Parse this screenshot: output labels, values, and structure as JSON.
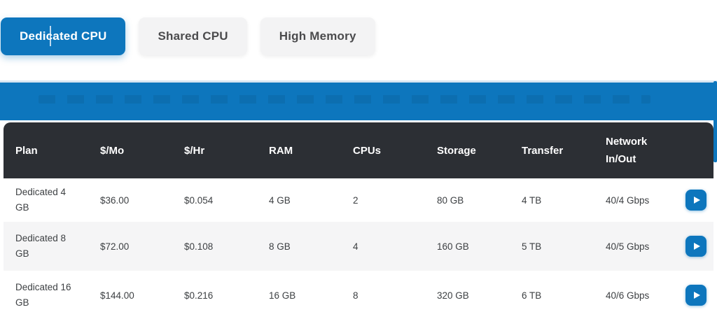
{
  "tabs": {
    "items": [
      {
        "label": "Dedicated CPU",
        "active": true
      },
      {
        "label": "Shared CPU",
        "active": false
      },
      {
        "label": "High Memory",
        "active": false
      }
    ]
  },
  "pricing_table": {
    "columns": [
      "Plan",
      "$/Mo",
      "$/Hr",
      "RAM",
      "CPUs",
      "Storage",
      "Transfer",
      "Network In/Out"
    ],
    "rows": [
      {
        "plan": "Dedicated 4 GB",
        "mo": "$36.00",
        "hr": "$0.054",
        "ram": "4 GB",
        "cpus": "2",
        "storage": "80 GB",
        "transfer": "4 TB",
        "network": "40/4 Gbps"
      },
      {
        "plan": "Dedicated 8 GB",
        "mo": "$72.00",
        "hr": "$0.108",
        "ram": "8 GB",
        "cpus": "4",
        "storage": "160 GB",
        "transfer": "5 TB",
        "network": "40/5 Gbps"
      },
      {
        "plan": "Dedicated 16 GB",
        "mo": "$144.00",
        "hr": "$0.216",
        "ram": "16 GB",
        "cpus": "8",
        "storage": "320 GB",
        "transfer": "6 TB",
        "network": "40/6 Gbps"
      }
    ],
    "row_action_icon": "play-icon"
  },
  "colors": {
    "accent_blue": "#0d76bd",
    "table_header_bg": "#2c2f34",
    "inactive_tab_bg": "#f3f3f4",
    "alt_row_bg": "#f5f5f6"
  }
}
